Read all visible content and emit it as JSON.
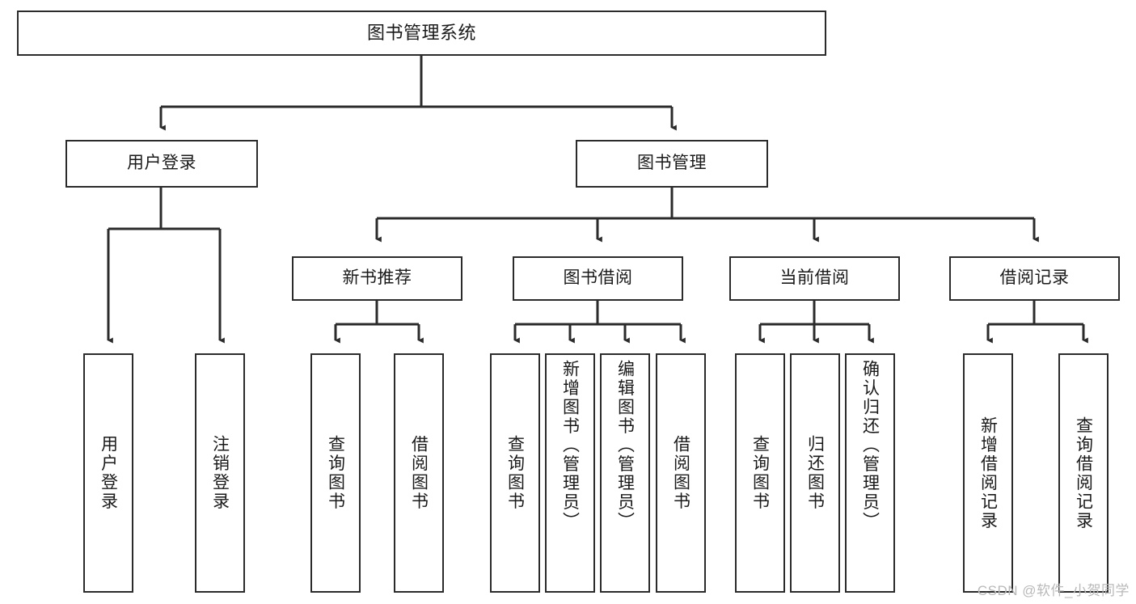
{
  "diagram": {
    "title": "图书管理系统",
    "type": "tree-hierarchy-chart",
    "colors": {
      "box_border": "#2b2b2b",
      "box_fill": "#ffffff",
      "connector": "#2b2b2b",
      "text": "#1a1a1a",
      "watermark": "#b9b9b9"
    },
    "nodes": {
      "root": {
        "label": "图书管理系统"
      },
      "level1": [
        {
          "id": "user-login",
          "label": "用户登录"
        },
        {
          "id": "book-management",
          "label": "图书管理"
        }
      ],
      "level2": [
        {
          "id": "new-book-recommend",
          "label": "新书推荐"
        },
        {
          "id": "book-borrow",
          "label": "图书借阅"
        },
        {
          "id": "current-borrow",
          "label": "当前借阅"
        },
        {
          "id": "borrow-record",
          "label": "借阅记录"
        }
      ],
      "leaves": {
        "user_login": [
          {
            "id": "leaf-user-login",
            "label": "用户登录"
          },
          {
            "id": "leaf-logout-login",
            "label": "注销登录"
          }
        ],
        "new_book_recommend": [
          {
            "id": "leaf-query-book-1",
            "label": "查询图书"
          },
          {
            "id": "leaf-borrow-book-1",
            "label": "借阅图书"
          }
        ],
        "book_borrow": [
          {
            "id": "leaf-query-book-2",
            "label": "查询图书"
          },
          {
            "id": "leaf-add-book",
            "label": "新增图书（管理员）"
          },
          {
            "id": "leaf-edit-book",
            "label": "编辑图书（管理员）"
          },
          {
            "id": "leaf-borrow-book-2",
            "label": "借阅图书"
          }
        ],
        "current_borrow": [
          {
            "id": "leaf-query-book-3",
            "label": "查询图书"
          },
          {
            "id": "leaf-return-book",
            "label": "归还图书"
          },
          {
            "id": "leaf-confirm-return",
            "label": "确认归还（管理员）"
          }
        ],
        "borrow_record": [
          {
            "id": "leaf-add-record",
            "label": "新增借阅记录"
          },
          {
            "id": "leaf-query-record",
            "label": "查询借阅记录"
          }
        ]
      }
    },
    "watermark": "CSDN @软件_小贺同学"
  }
}
